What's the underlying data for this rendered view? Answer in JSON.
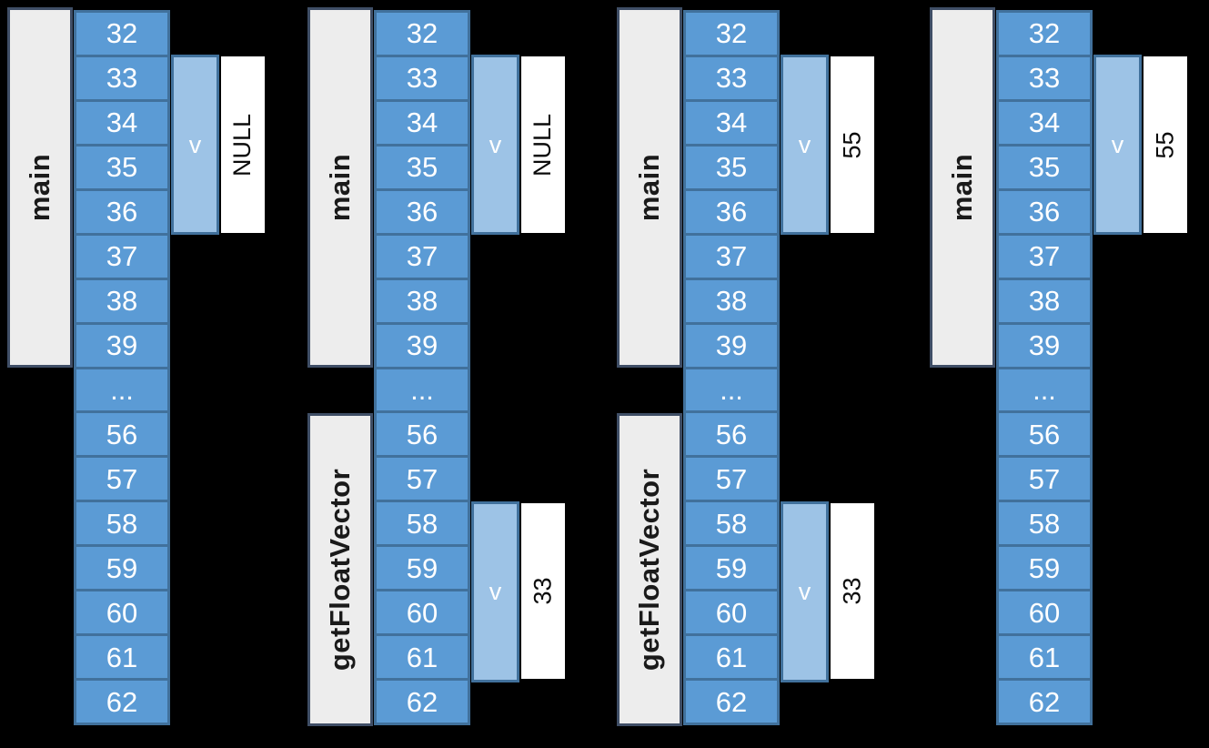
{
  "diagram_title": "stack-frames-pointer-diagram",
  "colors": {
    "background": "#000000",
    "cell_fill": "#5B9BD5",
    "cell_border": "#41719C",
    "cell_text": "#FFFFFF",
    "frame_fill": "#EDEDED",
    "frame_border": "#3F4E66",
    "pointer_fill": "#9DC3E6",
    "pointer_border": "#41719C",
    "value_fill": "#FFFFFF",
    "value_text": "#0A0A0A"
  },
  "addresses": [
    "32",
    "33",
    "34",
    "35",
    "36",
    "37",
    "38",
    "39",
    "...",
    "56",
    "57",
    "58",
    "59",
    "60",
    "61",
    "62"
  ],
  "panels": [
    {
      "main_label": "main",
      "main_pointer_label": "v",
      "main_pointer_value": "NULL"
    },
    {
      "main_label": "main",
      "main_pointer_label": "v",
      "main_pointer_value": "NULL",
      "callee_label": "getFloatVector",
      "callee_pointer_label": "v",
      "callee_pointer_value": "33"
    },
    {
      "main_label": "main",
      "main_pointer_label": "v",
      "main_pointer_value": "55",
      "callee_label": "getFloatVector",
      "callee_pointer_label": "v",
      "callee_pointer_value": "33"
    },
    {
      "main_label": "main",
      "main_pointer_label": "v",
      "main_pointer_value": "55"
    }
  ]
}
